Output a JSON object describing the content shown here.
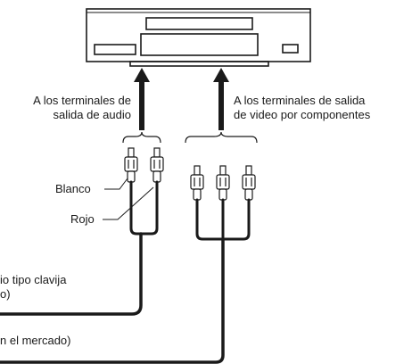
{
  "labels": {
    "audio_out_line1": "A los terminales de",
    "audio_out_line2": "salida de audio",
    "video_out_line1": "A los terminales de salida",
    "video_out_line2": "de video por componentes",
    "white": "Blanco",
    "red": "Rojo",
    "audio_cable_line1": "io tipo clavija",
    "audio_cable_line2": "o)",
    "video_cable_line1": "n el mercado)"
  },
  "colors": {
    "line": "#1a1a1a",
    "device_fill": "#ffffff",
    "background": "#ffffff"
  }
}
